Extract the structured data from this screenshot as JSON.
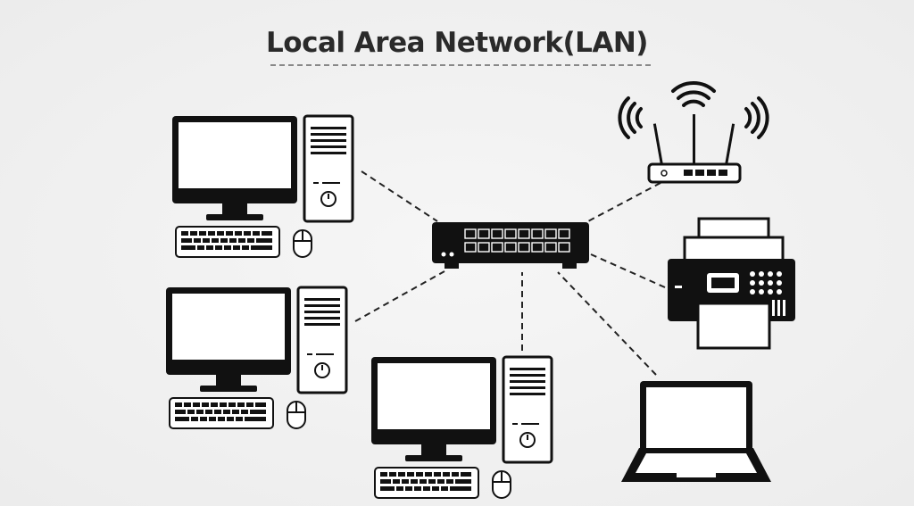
{
  "title": "Local Area Network(LAN)",
  "colors": {
    "ink": "#111111",
    "background": "#efefef",
    "title": "#2a2a2a"
  },
  "nodes": [
    {
      "id": "desktop-1",
      "icon": "desktop-computer-icon"
    },
    {
      "id": "desktop-2",
      "icon": "desktop-computer-icon"
    },
    {
      "id": "desktop-3",
      "icon": "desktop-computer-icon"
    },
    {
      "id": "switch",
      "icon": "network-switch-icon"
    },
    {
      "id": "router",
      "icon": "wifi-router-icon"
    },
    {
      "id": "printer",
      "icon": "printer-icon"
    },
    {
      "id": "laptop",
      "icon": "laptop-icon"
    }
  ],
  "links": [
    {
      "from": "desktop-1",
      "to": "switch",
      "style": "dashed"
    },
    {
      "from": "desktop-2",
      "to": "switch",
      "style": "dashed"
    },
    {
      "from": "desktop-3",
      "to": "switch",
      "style": "dashed"
    },
    {
      "from": "router",
      "to": "switch",
      "style": "dashed"
    },
    {
      "from": "printer",
      "to": "switch",
      "style": "dashed"
    },
    {
      "from": "laptop",
      "to": "switch",
      "style": "dashed"
    }
  ]
}
